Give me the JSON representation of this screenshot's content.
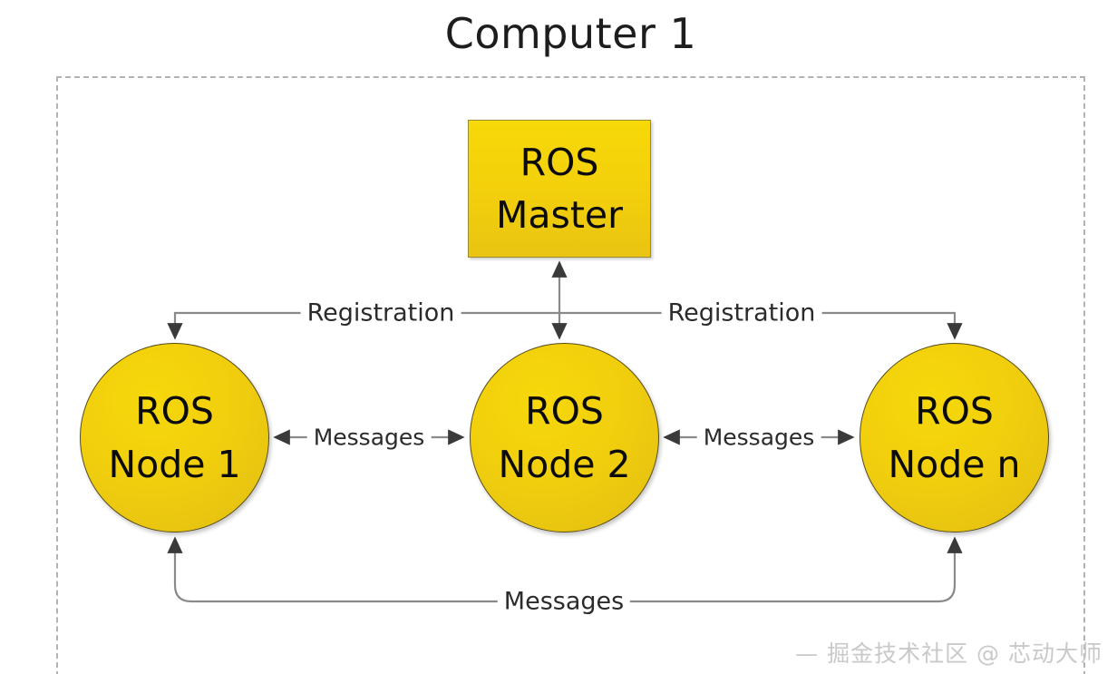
{
  "diagram": {
    "title": "Computer 1",
    "type": "ros-architecture-diagram",
    "boundary_style": "dashed",
    "colors": {
      "node_fill": "#F1CF0D",
      "node_stroke": "#564D1B",
      "master_fill": "#F2CF0C",
      "master_stroke": "#9A8C32",
      "connector": "#808080",
      "boundary": "#B3B3B3",
      "text": "#0B0B0B"
    }
  },
  "master": {
    "line1": "ROS",
    "line2": "Master"
  },
  "nodes": [
    {
      "id": "node-1",
      "line1": "ROS",
      "line2": "Node 1"
    },
    {
      "id": "node-2",
      "line1": "ROS",
      "line2": "Node 2"
    },
    {
      "id": "node-n",
      "line1": "ROS",
      "line2": "Node n"
    }
  ],
  "edges": {
    "registration_left": "Registration",
    "registration_right": "Registration",
    "messages_left": "Messages",
    "messages_right": "Messages",
    "messages_bottom": "Messages"
  },
  "watermark": "— 掘金技术社区 @ 芯动大师"
}
